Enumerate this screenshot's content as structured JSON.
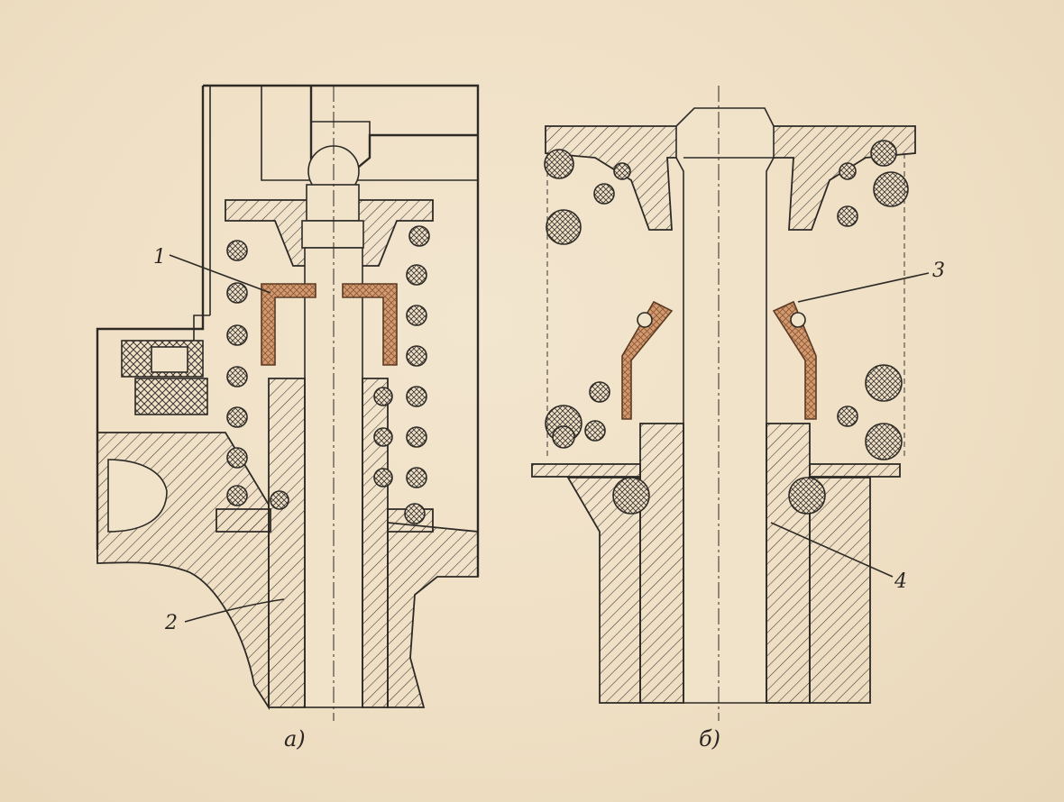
{
  "figure": {
    "part_labels": [
      {
        "key": "1",
        "text": "1"
      },
      {
        "key": "2",
        "text": "2"
      },
      {
        "key": "3",
        "text": "3"
      },
      {
        "key": "4",
        "text": "4"
      }
    ],
    "captions": {
      "a": "а)",
      "b": "б)"
    }
  },
  "colors": {
    "paper": "#efe0c6",
    "ink": "#2d2a26",
    "seal": "#c9865a"
  }
}
